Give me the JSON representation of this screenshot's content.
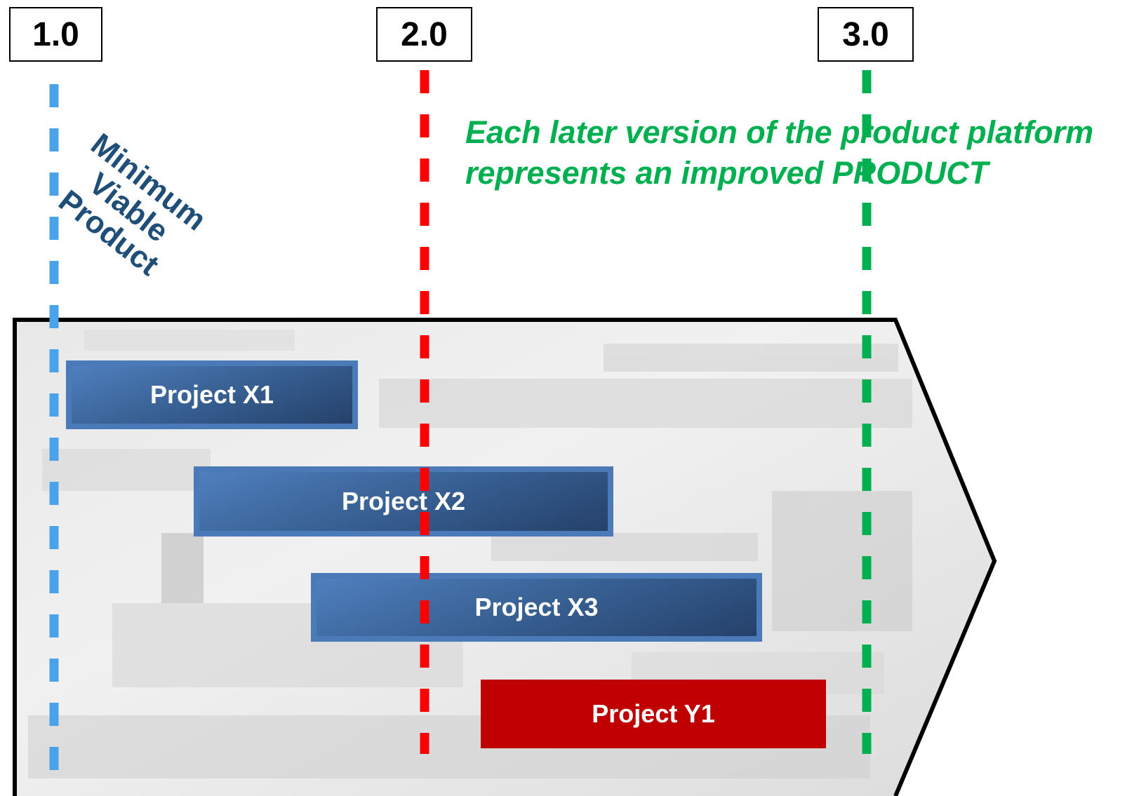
{
  "versions": [
    {
      "label": "1.0",
      "color": "#4aa3e8"
    },
    {
      "label": "2.0",
      "color": "#ff0000"
    },
    {
      "label": "3.0",
      "color": "#00b050"
    }
  ],
  "mvp_label": [
    "Minimum",
    "Viable",
    "Product"
  ],
  "note": {
    "line1": "Each later version of the product platform",
    "line2": "represents an improved PRODUCT"
  },
  "projects": [
    {
      "label": "Project X1",
      "color": "blue"
    },
    {
      "label": "Project X2",
      "color": "blue"
    },
    {
      "label": "Project X3",
      "color": "blue"
    },
    {
      "label": "Project Y1",
      "color": "red"
    }
  ],
  "colors": {
    "mvp_text": "#1f4e79",
    "note_text": "#00b050",
    "project_blue": "#4a7ab8",
    "project_red": "#c00000"
  }
}
